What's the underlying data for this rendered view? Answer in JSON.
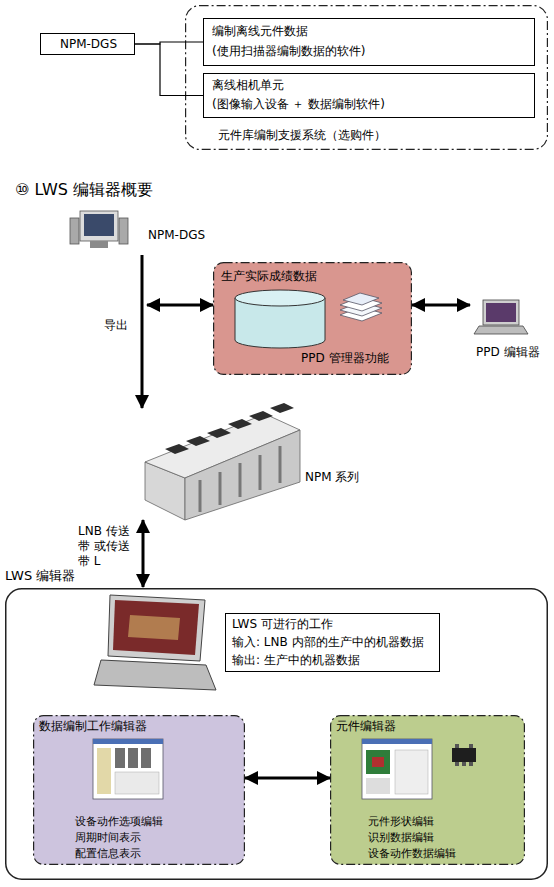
{
  "diagram": {
    "title": "⑩ LWS 编辑器概要",
    "nodes": [
      {
        "text": [
          "NPM-DGS"
        ]
      },
      {
        "text": [
          "元件库编制支援系统（选购件）"
        ]
      },
      {
        "text": [
          "编制离线元件数据",
          "(使用扫描器编制数据的软件)"
        ],
        "in": 1
      },
      {
        "text": [
          "离线相机单元",
          "(图像输入设备 ＋ 数据编制软件)"
        ],
        "in": 1
      },
      {
        "text": [
          "NPM-DGS"
        ]
      },
      {
        "text": [
          "生产实际成绩数据",
          "PPD 管理器功能"
        ]
      },
      {
        "text": [
          "PPD 编辑器"
        ]
      },
      {
        "text": [
          "NPM 系列"
        ]
      },
      {
        "text": [
          "LWS 编辑器"
        ]
      },
      {
        "text": [
          "LWS 可进行的工作",
          "输入: LNB 内部的生产中的机器数据",
          "输出: 生产中的机器数据"
        ],
        "in": 8
      },
      {
        "text": [
          "数据编制工作编辑器",
          "设备动作选项编辑",
          "周期时间表示",
          "配置信息表示"
        ],
        "in": 8
      },
      {
        "text": [
          "元件编辑器",
          "元件形状编辑",
          "识别数据编辑",
          "设备动作数据编辑"
        ],
        "in": 8
      }
    ],
    "edges": [
      {
        "from": 0,
        "to": 2,
        "arrow": "none"
      },
      {
        "from": 0,
        "to": 3,
        "arrow": "none"
      },
      {
        "from": 4,
        "to": 7,
        "arrow": "to",
        "label": "导出"
      },
      {
        "from": 4,
        "to": 5,
        "arrow": "both"
      },
      {
        "from": 5,
        "to": 6,
        "arrow": "both"
      },
      {
        "from": 7,
        "to": 8,
        "arrow": "both",
        "label": "LNB 传送带 或传送带 L"
      },
      {
        "from": 10,
        "to": 11,
        "arrow": "both"
      }
    ]
  }
}
